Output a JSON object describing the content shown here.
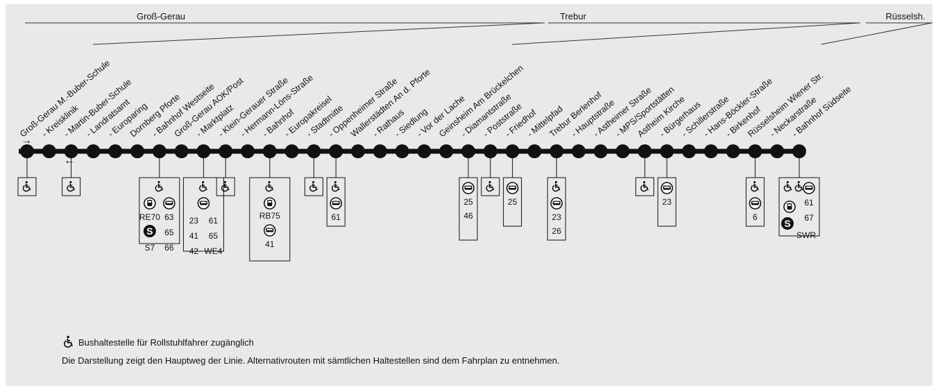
{
  "towns": [
    "Groß-Gerau",
    "Trebur",
    "Rüsselsh."
  ],
  "directions": {
    "forward": "→",
    "backward": "←"
  },
  "stops": [
    {
      "name": "Groß-Gerau M.-Buber-Schule",
      "prefix": "",
      "town": 0,
      "wheelchair": true,
      "rail": [],
      "bus": []
    },
    {
      "name": "Kreisklinik",
      "prefix": "- ",
      "town": 0,
      "wheelchair": false,
      "rail": [],
      "bus": []
    },
    {
      "name": "Martin-Buber-Schule",
      "prefix": "- ",
      "town": 0,
      "wheelchair": true,
      "rail": [],
      "bus": []
    },
    {
      "name": "Landratsamt",
      "prefix": "- ",
      "town": 0,
      "wheelchair": false,
      "rail": [],
      "bus": []
    },
    {
      "name": "Europaring",
      "prefix": "- ",
      "town": 0,
      "wheelchair": false,
      "rail": [],
      "bus": []
    },
    {
      "name": "Dornberg Pforte",
      "prefix": "",
      "town": 0,
      "wheelchair": false,
      "rail": [],
      "bus": []
    },
    {
      "name": "Bahnhof Westseite",
      "prefix": "- ",
      "town": 0,
      "wheelchair": true,
      "rail": [
        "RE70"
      ],
      "sbahn": [
        "S7"
      ],
      "bus": [
        "63",
        "65",
        "66"
      ]
    },
    {
      "name": "Groß-Gerau AOK/Post",
      "prefix": "",
      "town": 0,
      "wheelchair": false,
      "rail": [],
      "bus": []
    },
    {
      "name": "Marktplatz",
      "prefix": "- ",
      "town": 0,
      "wheelchair": true,
      "rail": [],
      "bus": [
        "23",
        "61",
        "41",
        "65",
        "42",
        "WE4"
      ]
    },
    {
      "name": "Klein-Gerauer Straße",
      "prefix": "- ",
      "town": 0,
      "wheelchair": true,
      "rail": [],
      "bus": []
    },
    {
      "name": "Hermann-Löns-Straße",
      "prefix": "- ",
      "town": 0,
      "wheelchair": false,
      "rail": [],
      "bus": []
    },
    {
      "name": "Bahnhof",
      "prefix": "- ",
      "town": 0,
      "wheelchair": true,
      "rail": [
        "RB75"
      ],
      "bus": [
        "41"
      ]
    },
    {
      "name": "Europakreisel",
      "prefix": "- ",
      "town": 0,
      "wheelchair": false,
      "rail": [],
      "bus": []
    },
    {
      "name": "Stadtmitte",
      "prefix": "- ",
      "town": 0,
      "wheelchair": true,
      "rail": [],
      "bus": []
    },
    {
      "name": "Oppenheimer Straße",
      "prefix": "- ",
      "town": 0,
      "wheelchair": true,
      "rail": [],
      "bus": [
        "61"
      ]
    },
    {
      "name": "Wallerstädten An d. Pforte",
      "prefix": "",
      "town": 0,
      "wheelchair": false,
      "rail": [],
      "bus": []
    },
    {
      "name": "Rathaus",
      "prefix": "- ",
      "town": 0,
      "wheelchair": false,
      "rail": [],
      "bus": []
    },
    {
      "name": "Siedlung",
      "prefix": "- ",
      "town": 0,
      "wheelchair": false,
      "rail": [],
      "bus": []
    },
    {
      "name": "Vor der Lache",
      "prefix": "- ",
      "town": 0,
      "wheelchair": false,
      "rail": [],
      "bus": []
    },
    {
      "name": "Geinsheim Am Brückelchen",
      "prefix": "",
      "town": 1,
      "wheelchair": false,
      "rail": [],
      "bus": []
    },
    {
      "name": "Diamantstraße",
      "prefix": "- ",
      "town": 1,
      "wheelchair": false,
      "rail": [],
      "bus": [
        "25",
        "46"
      ]
    },
    {
      "name": "Poststraße",
      "prefix": "- ",
      "town": 1,
      "wheelchair": true,
      "rail": [],
      "bus": []
    },
    {
      "name": "Friedhof",
      "prefix": "- ",
      "town": 1,
      "wheelchair": false,
      "rail": [],
      "bus": [
        "25"
      ]
    },
    {
      "name": "Mittelpfad",
      "prefix": "- ",
      "town": 1,
      "wheelchair": false,
      "rail": [],
      "bus": []
    },
    {
      "name": "Trebur Berlenhof",
      "prefix": "",
      "town": 1,
      "wheelchair": true,
      "rail": [],
      "bus": [
        "23",
        "26"
      ]
    },
    {
      "name": "Hauptstraße",
      "prefix": "- ",
      "town": 1,
      "wheelchair": false,
      "rail": [],
      "bus": []
    },
    {
      "name": "Astheimer Straße",
      "prefix": "- ",
      "town": 1,
      "wheelchair": false,
      "rail": [],
      "bus": []
    },
    {
      "name": "MPS/Sportstätten",
      "prefix": "- ",
      "town": 1,
      "wheelchair": false,
      "rail": [],
      "bus": []
    },
    {
      "name": "Astheim Kirche",
      "prefix": "",
      "town": 1,
      "wheelchair": true,
      "rail": [],
      "bus": []
    },
    {
      "name": "Bürgerhaus",
      "prefix": "- ",
      "town": 1,
      "wheelchair": false,
      "rail": [],
      "bus": [
        "23"
      ]
    },
    {
      "name": "Schillerstraße",
      "prefix": "- ",
      "town": 1,
      "wheelchair": false,
      "rail": [],
      "bus": []
    },
    {
      "name": "Hans-Böckler-Straße",
      "prefix": "- ",
      "town": 1,
      "wheelchair": false,
      "rail": [],
      "bus": []
    },
    {
      "name": "Birkenhof",
      "prefix": "- ",
      "town": 1,
      "wheelchair": false,
      "rail": [],
      "bus": []
    },
    {
      "name": "Rüsselsheim Wiener Str.",
      "prefix": "",
      "town": 2,
      "wheelchair": true,
      "rail": [],
      "bus": [
        "6"
      ]
    },
    {
      "name": "Neckarstraße",
      "prefix": "- ",
      "town": 2,
      "wheelchair": false,
      "rail": [],
      "bus": []
    },
    {
      "name": "Bahnhof Südseite",
      "prefix": "- ",
      "town": 2,
      "wheelchair": true,
      "rail": [],
      "sbahn": [
        "SWR"
      ],
      "bus": [
        "61",
        "67"
      ]
    }
  ],
  "legend": {
    "wheelchair_text": "Bushaltestelle für Rollstuhlfahrer zugänglich",
    "note": "Die Darstellung zeigt den Hauptweg der Linie. Alternativrouten mit sämtlichen Haltestellen sind dem Fahrplan zu entnehmen."
  },
  "colors": {
    "line": "#111111",
    "background": "#e9e9e9"
  },
  "icons": {
    "wheelchair": "wheelchair-icon",
    "bus": "bus-icon",
    "train": "train-icon",
    "sbahn": "s-bahn-icon"
  }
}
